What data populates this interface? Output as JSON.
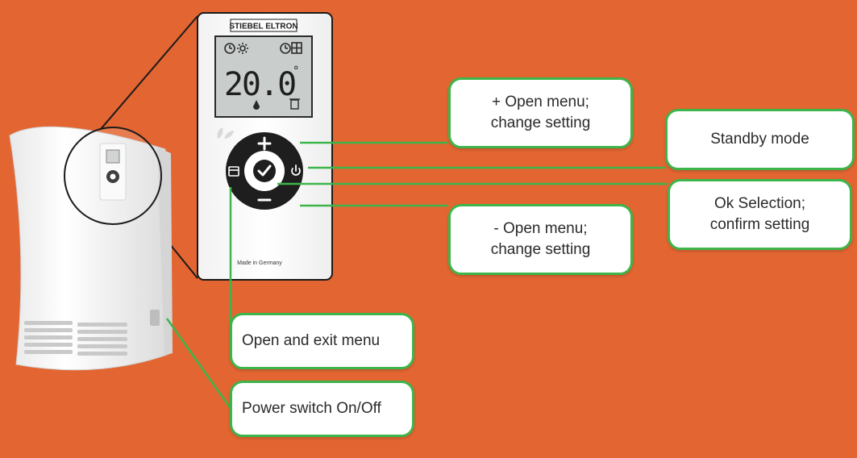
{
  "device": {
    "brand": "STIEBEL ELTRON",
    "display_temperature": "20.0",
    "degree_symbol": "°",
    "made_in": "Made in Germany"
  },
  "callouts": {
    "plus": "+ Open menu;\nchange setting",
    "standby": "Standby mode",
    "ok": "Ok Selection;\nconfirm setting",
    "minus": "- Open menu;\nchange setting",
    "menu": "Open and exit menu",
    "power": "Power switch On/Off"
  },
  "colors": {
    "background": "#E36532",
    "connector": "#3DB54A",
    "callout_fill": "#FFFFFF",
    "control_ring": "#1E1E1E",
    "lcd": "#C9CDCB"
  },
  "icons": [
    "clock-sun-icon",
    "clock-window-icon",
    "plus-icon",
    "minus-icon",
    "check-icon",
    "power-icon",
    "menu-icon",
    "leaf-icon",
    "trash-icon"
  ]
}
